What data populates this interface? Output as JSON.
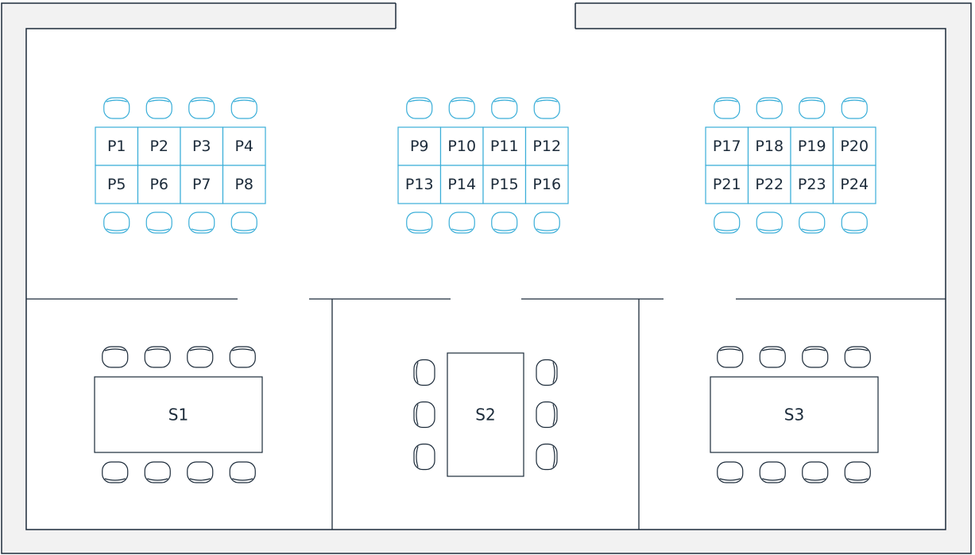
{
  "colors": {
    "wall": "#f2f2f2",
    "line": "#1c2b3a",
    "desk": "#3aaed8",
    "background": "#ffffff"
  },
  "open_area": {
    "desk_groups": [
      {
        "name": "left-group",
        "labels": [
          "P1",
          "P2",
          "P3",
          "P4",
          "P5",
          "P6",
          "P7",
          "P8"
        ]
      },
      {
        "name": "center-group",
        "labels": [
          "P9",
          "P10",
          "P11",
          "P12",
          "P13",
          "P14",
          "P15",
          "P16"
        ]
      },
      {
        "name": "right-group",
        "labels": [
          "P17",
          "P18",
          "P19",
          "P20",
          "P21",
          "P22",
          "P23",
          "P24"
        ]
      }
    ]
  },
  "rooms": [
    {
      "label": "S1",
      "chairs": 8,
      "orientation": "horizontal"
    },
    {
      "label": "S2",
      "chairs": 6,
      "orientation": "vertical"
    },
    {
      "label": "S3",
      "chairs": 8,
      "orientation": "horizontal"
    }
  ]
}
